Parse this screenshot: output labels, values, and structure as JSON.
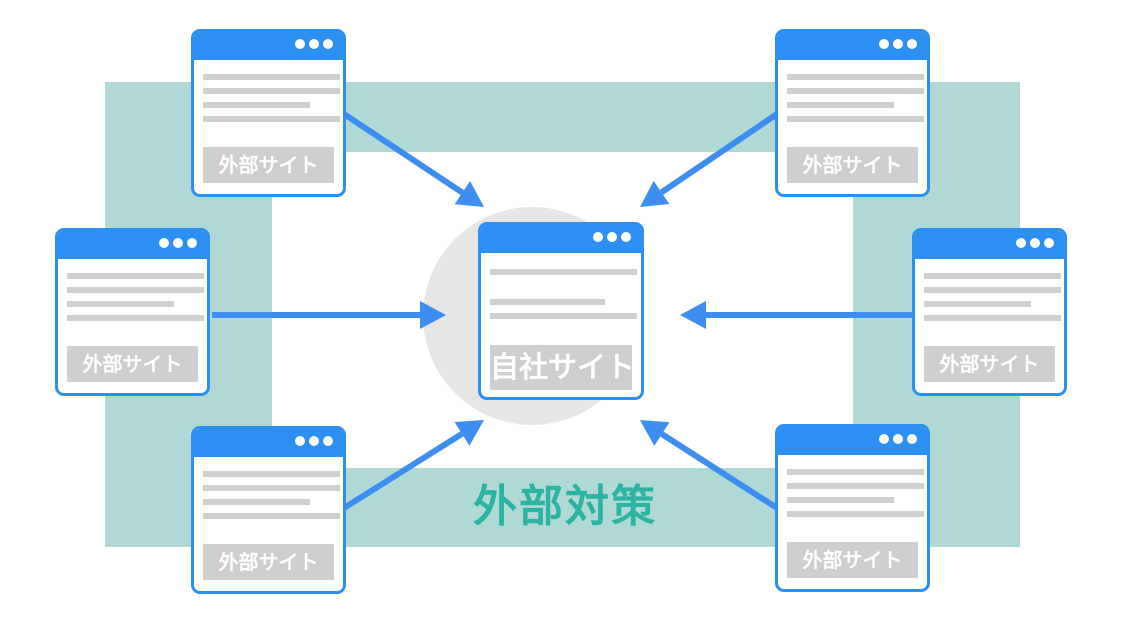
{
  "diagram": {
    "frame_label": "外部対策",
    "center_site": {
      "label": "自社サイト"
    },
    "external_sites": [
      {
        "label": "外部サイト"
      },
      {
        "label": "外部サイト"
      },
      {
        "label": "外部サイト"
      },
      {
        "label": "外部サイト"
      },
      {
        "label": "外部サイト"
      },
      {
        "label": "外部サイト"
      }
    ],
    "colors": {
      "window_blue": "#2c8ff2",
      "arrow_blue": "#3d8ef0",
      "frame_teal": "#b0d9d6",
      "label_teal": "#2bb3a3",
      "content_gray": "#cfcfcf",
      "circle_gray": "#e6e6e6"
    },
    "window_icon": "three-dots-menu-icon",
    "arrow_direction": "external-to-center"
  }
}
